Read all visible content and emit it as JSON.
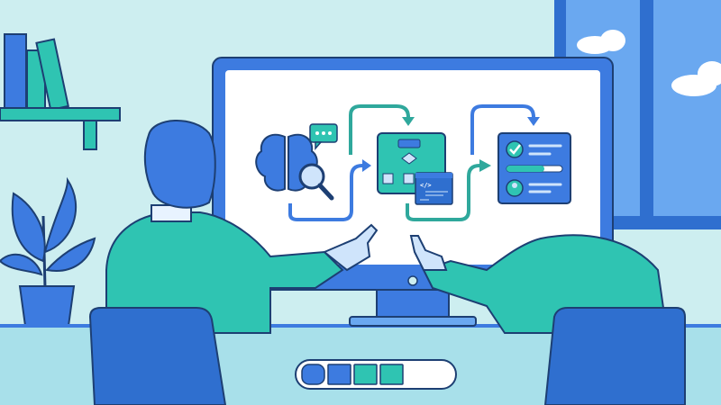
{
  "screen": {
    "code_window_label": "</>"
  },
  "progress": {
    "filled_segments": 4,
    "total_segments": 6,
    "fraction": 0.67
  },
  "colors": {
    "background": "#cdeef0",
    "brand_blue": "#3d7be0",
    "teal": "#2fc4b2",
    "navy_outline": "#1d3f73",
    "window_sky": "#6aa8f0",
    "desk": "#a8e0ea"
  },
  "icons": [
    "brain-icon",
    "magnifier-icon",
    "chat-bubble-icon",
    "flowchart-icon",
    "code-window-icon",
    "checkmark-icon",
    "user-icon",
    "arrow-icon"
  ]
}
